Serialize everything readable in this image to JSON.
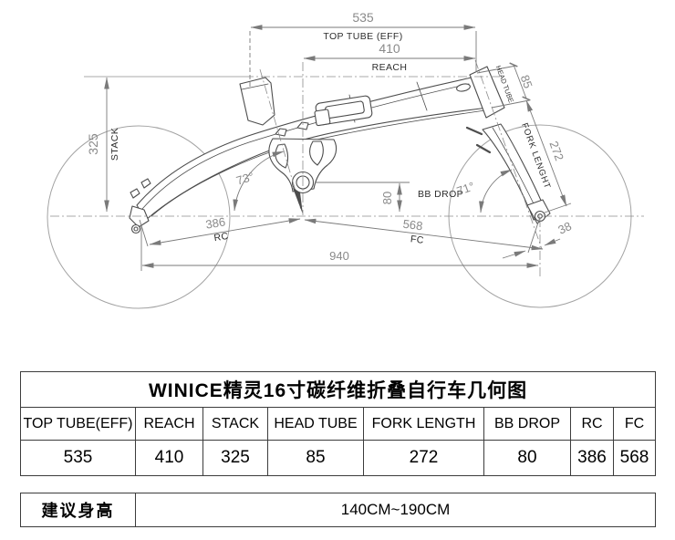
{
  "diagram": {
    "annotations": {
      "top_tube": {
        "value": "535",
        "label": "TOP TUBE (EFF)"
      },
      "reach": {
        "value": "410",
        "label": "REACH"
      },
      "stack": {
        "value": "325",
        "label": "STACK"
      },
      "head_tube": {
        "value": "85",
        "label": "HEAD TUBE"
      },
      "fork_length": {
        "value": "272",
        "label": "FORK LENGHT"
      },
      "bb_drop": {
        "value": "80",
        "label": "BB DROP"
      },
      "rc": {
        "value": "386",
        "label": "RC"
      },
      "fc": {
        "value": "568",
        "label": "FC"
      },
      "wheelbase": {
        "value": "940"
      },
      "fork_offset": {
        "value": "38"
      },
      "seat_tube_angle": {
        "value": "73°"
      },
      "head_tube_angle": {
        "value": "71°"
      }
    }
  },
  "table": {
    "title": "WINICE精灵16寸碳纤维折叠自行车几何图",
    "headers": [
      "TOP TUBE(EFF)",
      "REACH",
      "STACK",
      "HEAD TUBE",
      "FORK LENGTH",
      "BB DROP",
      "RC",
      "FC"
    ],
    "values": [
      "535",
      "410",
      "325",
      "85",
      "272",
      "80",
      "386",
      "568"
    ],
    "suggested_height_label": "建议身高",
    "suggested_height_value": "140CM~190CM"
  },
  "colors": {
    "frame_line": "#4d4d4d",
    "wheel_line": "#a3a3a3",
    "center_line": "#8c8c8c",
    "dimension_line": "#7a7a7a",
    "dimension_number": "#8a8a8a",
    "label_text": "#2e2e2e",
    "table_border": "#3c3c3c"
  }
}
